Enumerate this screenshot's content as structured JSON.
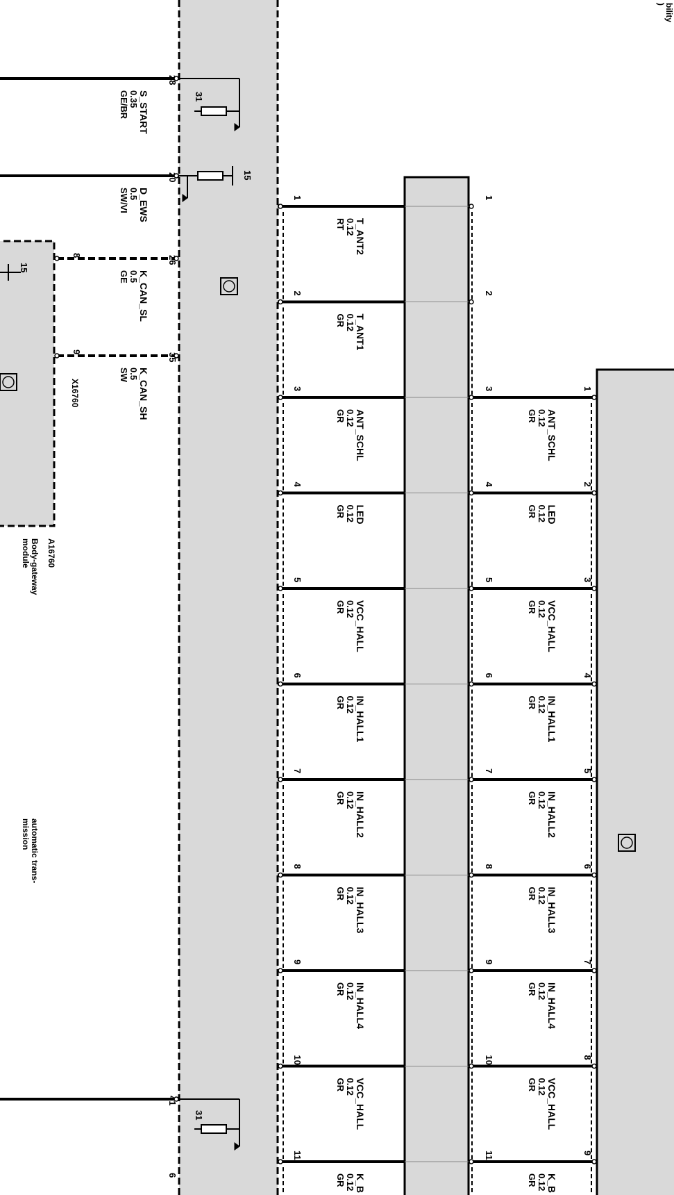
{
  "corner_text": [
    "bility",
    ")"
  ],
  "header_wires": [
    {
      "pin": "28",
      "name": "S_START",
      "cross_section": "0.35",
      "color": "GE/BR"
    },
    {
      "pin": "20",
      "name": "D_EWS",
      "cross_section": "0.5",
      "color": "SW/VI"
    },
    {
      "pin": "26",
      "name": "K_CAN_SL",
      "cross_section": "0.5",
      "color": "GE"
    },
    {
      "pin": "35",
      "name": "K_CAN_SH",
      "cross_section": "0.5",
      "color": "SW"
    },
    {
      "pin": "41",
      "name": "",
      "cross_section": "",
      "color": ""
    }
  ],
  "ground_labels": [
    "31",
    "31"
  ],
  "terminal_labels": [
    "15",
    "15"
  ],
  "gateway": {
    "pins": [
      "8",
      "9"
    ],
    "connector": "X16760",
    "component": "A16760",
    "description_lines": [
      "Body-gateway",
      "module"
    ]
  },
  "other_label_lines": [
    "automatic trans-",
    "mission"
  ],
  "bottom_pin": "6",
  "harness_pins": [
    "1",
    "2",
    "3",
    "4",
    "5",
    "6",
    "7",
    "8",
    "9",
    "10",
    "11"
  ],
  "lever_pins": [
    "1",
    "2",
    "3",
    "4",
    "5",
    "6",
    "7",
    "8",
    "9"
  ],
  "harness_wires": [
    {
      "name": "T_ANT2",
      "cross_section": "0.12",
      "color": "RT"
    },
    {
      "name": "T_ANT1",
      "cross_section": "0.12",
      "color": "GR"
    },
    {
      "name": "ANT_SCHL",
      "cross_section": "0.12",
      "color": "GR"
    },
    {
      "name": "LED",
      "cross_section": "0.12",
      "color": "GR"
    },
    {
      "name": "VCC_HALL",
      "cross_section": "0.12",
      "color": "GR"
    },
    {
      "name": "IN_HALL1",
      "cross_section": "0.12",
      "color": "GR"
    },
    {
      "name": "IN_HALL2",
      "cross_section": "0.12",
      "color": "GR"
    },
    {
      "name": "IN_HALL3",
      "cross_section": "0.12",
      "color": "GR"
    },
    {
      "name": "IN_HALL4",
      "cross_section": "0.12",
      "color": "GR"
    },
    {
      "name": "VCC_HALL",
      "cross_section": "0.12",
      "color": "GR"
    },
    {
      "name": "K_B",
      "cross_section": "0.12",
      "color": "GR"
    }
  ],
  "lever_wires": [
    {
      "name": "ANT_SCHL",
      "cross_section": "0.12",
      "color": "GR"
    },
    {
      "name": "LED",
      "cross_section": "0.12",
      "color": "GR"
    },
    {
      "name": "VCC_HALL",
      "cross_section": "0.12",
      "color": "GR"
    },
    {
      "name": "IN_HALL1",
      "cross_section": "0.12",
      "color": "GR"
    },
    {
      "name": "IN_HALL2",
      "cross_section": "0.12",
      "color": "GR"
    },
    {
      "name": "IN_HALL3",
      "cross_section": "0.12",
      "color": "GR"
    },
    {
      "name": "IN_HALL4",
      "cross_section": "0.12",
      "color": "GR"
    },
    {
      "name": "VCC_HALL",
      "cross_section": "0.12",
      "color": "GR"
    },
    {
      "name": "K_B",
      "cross_section": "0.12",
      "color": "GR"
    }
  ],
  "colors": {
    "module_fill": "#d9d9d9",
    "line": "#000000",
    "background": "#ffffff"
  },
  "icons": [
    "transistor-symbol-icon",
    "ground-icon",
    "resistor-icon",
    "terminal-icon"
  ]
}
